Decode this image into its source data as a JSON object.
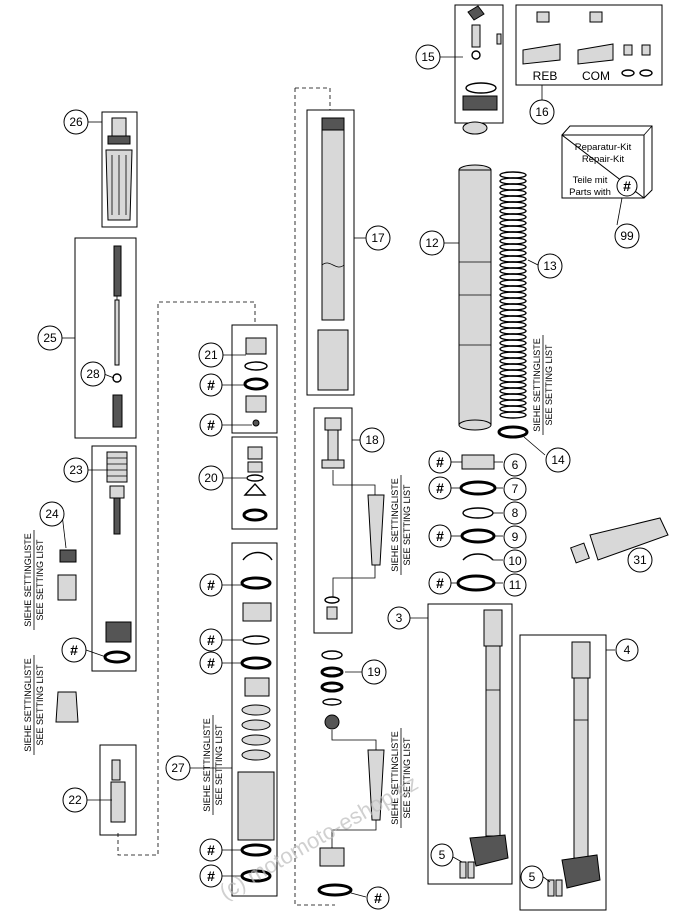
{
  "callouts": {
    "c3": "3",
    "c4": "4",
    "c5a": "5",
    "c5b": "5",
    "c6": "6",
    "c7": "7",
    "c8": "8",
    "c9": "9",
    "c10": "10",
    "c11": "11",
    "c12": "12",
    "c13": "13",
    "c14": "14",
    "c15": "15",
    "c16": "16",
    "c17": "17",
    "c18": "18",
    "c19": "19",
    "c20": "20",
    "c21": "21",
    "c22": "22",
    "c23": "23",
    "c24": "24",
    "c25": "25",
    "c26": "26",
    "c27": "27",
    "c28": "28",
    "c31": "31",
    "c99": "99"
  },
  "hash_symbol": "#",
  "setting_list": {
    "line1": "SIEHE SETTINGLISTE",
    "line2": "SEE SETTING LIST"
  },
  "valve_labels": {
    "reb": "REB",
    "com": "COM"
  },
  "repair_kit": {
    "line1": "Reparatur-Kit",
    "line2": "Repair-Kit",
    "line3": "Teile mit",
    "line4": "Parts with"
  },
  "watermark": "(c) motomoto-eshop.cz"
}
